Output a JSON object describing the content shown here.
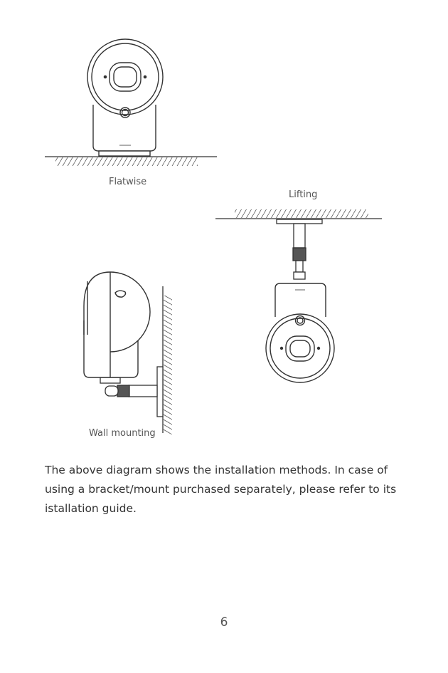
{
  "labels": {
    "flatwise": "Flatwise",
    "lifting": "Lifting",
    "wall_mounting": "Wall mounting"
  },
  "body_text": "The above diagram shows the installation methods. In case of using a bracket/mount purchased separately, please refer to its istallation guide.",
  "page_number": "6",
  "colors": {
    "line": "#333333",
    "text": "#333333",
    "label": "#555555"
  }
}
